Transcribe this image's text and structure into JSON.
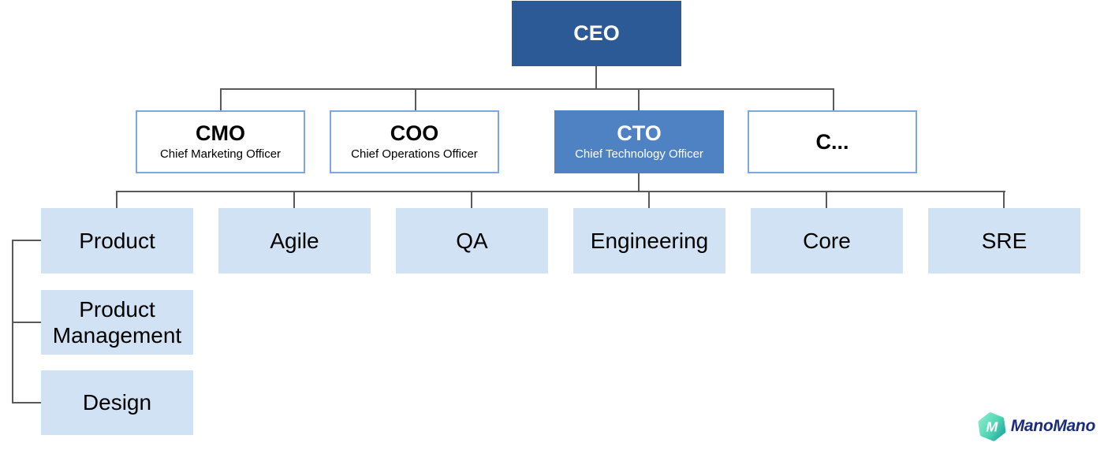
{
  "diagram": {
    "type": "org-chart",
    "nodes": {
      "ceo": {
        "title": "CEO"
      },
      "cmo": {
        "title": "CMO",
        "subtitle": "Chief Marketing Officer"
      },
      "coo": {
        "title": "COO",
        "subtitle": "Chief Operations Officer"
      },
      "cto": {
        "title": "CTO",
        "subtitle": "Chief Technology Officer"
      },
      "c_truncated": {
        "title": "C..."
      },
      "product": {
        "label": "Product"
      },
      "agile": {
        "label": "Agile"
      },
      "qa": {
        "label": "QA"
      },
      "engineering": {
        "label": "Engineering"
      },
      "core": {
        "label": "Core"
      },
      "sre": {
        "label": "SRE"
      },
      "product_management": {
        "label": "Product Management"
      },
      "design": {
        "label": "Design"
      }
    },
    "edges": [
      [
        "CEO",
        "CMO"
      ],
      [
        "CEO",
        "COO"
      ],
      [
        "CEO",
        "CTO"
      ],
      [
        "CEO",
        "C..."
      ],
      [
        "CTO",
        "Product"
      ],
      [
        "CTO",
        "Agile"
      ],
      [
        "CTO",
        "QA"
      ],
      [
        "CTO",
        "Engineering"
      ],
      [
        "CTO",
        "Core"
      ],
      [
        "CTO",
        "SRE"
      ],
      [
        "Product",
        "Product Management"
      ],
      [
        "Product",
        "Design"
      ]
    ],
    "colors": {
      "node_dark": "#2b5a96",
      "node_highlight": "#4e82c2",
      "node_leaf": "#d0e2f3",
      "node_outline": "#7ea6e0",
      "connector": "#595959"
    }
  },
  "logo": {
    "brand": "ManoMano",
    "icon_letter": "M",
    "navy": "#1b2b7e",
    "teal_light": "#8ceccb",
    "teal_dark": "#1da59d"
  }
}
